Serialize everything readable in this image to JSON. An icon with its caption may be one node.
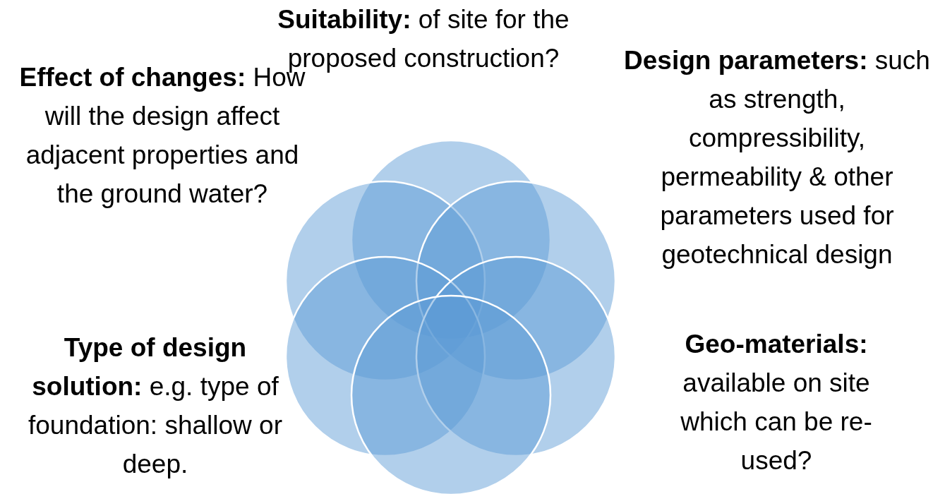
{
  "diagram": {
    "nodes": [
      {
        "text": [],
        "shape": "circle"
      },
      {
        "text": [],
        "shape": "circle"
      },
      {
        "text": [],
        "shape": "circle"
      },
      {
        "text": [],
        "shape": "circle"
      },
      {
        "text": [],
        "shape": "circle"
      },
      {
        "text": [],
        "shape": "circle"
      }
    ],
    "labels": [
      "**Suitability:** of site for the proposed construction?",
      "**Effect of changes:** How will the design affect adjacent properties and the ground water?",
      "**Design parameters:** such as strength, compressibility, permeability & other parameters used for geotechnical design",
      "**Type of design solution:** e.g. type of foundation: shallow or deep.",
      "**Geo-materials:** available on site which can be re-used?"
    ]
  }
}
